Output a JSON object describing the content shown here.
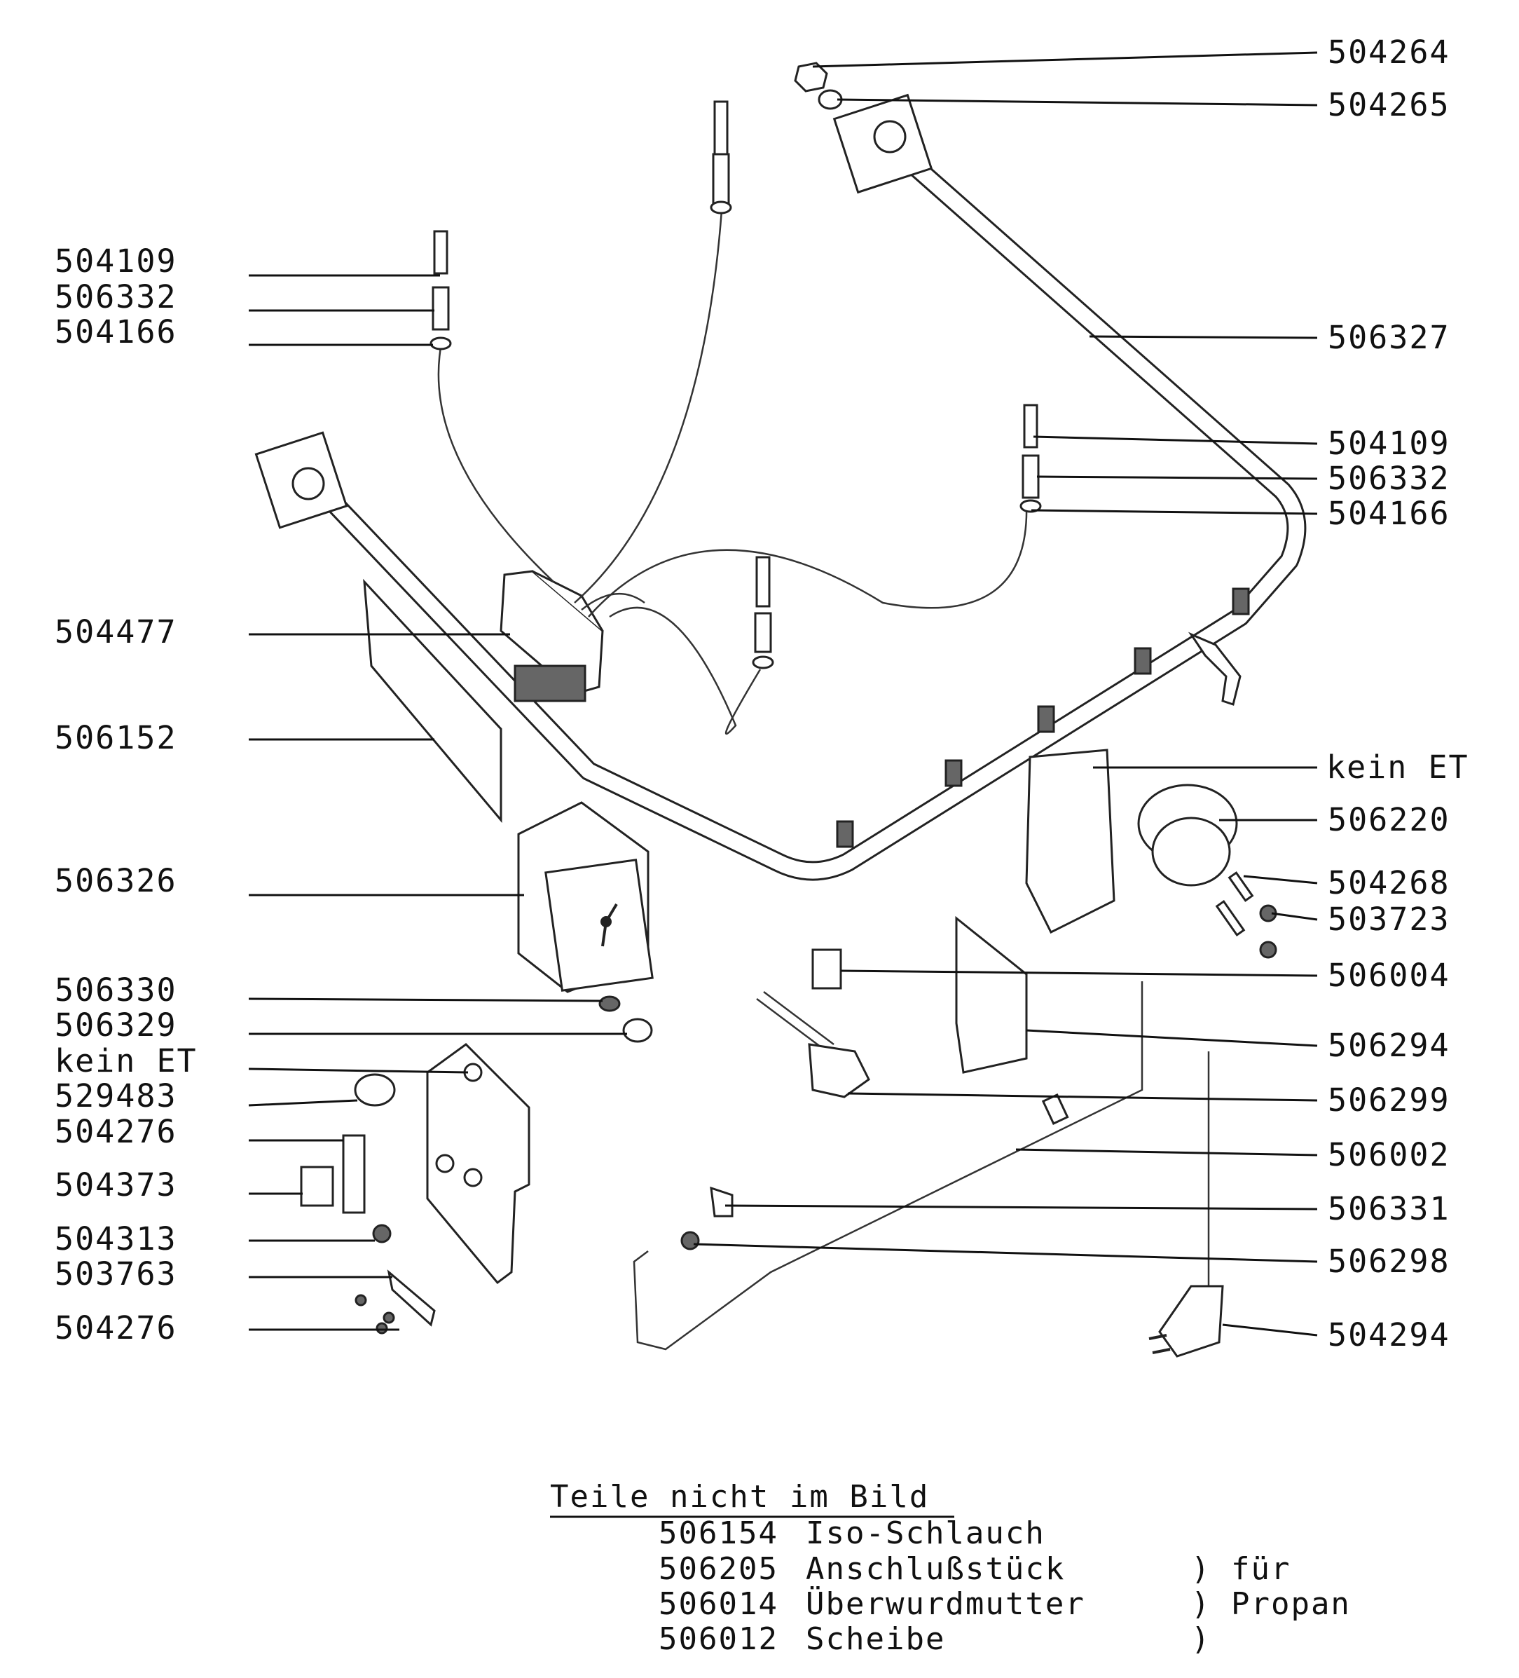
{
  "labels": {
    "left": [
      "504109",
      "506332",
      "504166",
      "504477",
      "506152",
      "506326",
      "506330",
      "506329",
      "kein ET",
      "529483",
      "504276",
      "504373",
      "504313",
      "503763",
      "504276"
    ],
    "right": [
      "504264",
      "504265",
      "506327",
      "504109",
      "506332",
      "504166",
      "kein ET",
      "506220",
      "504268",
      "503723",
      "506004",
      "506294",
      "506299",
      "506002",
      "506331",
      "506298",
      "504294"
    ]
  },
  "legend": {
    "title": "Teile nicht im Bild",
    "items": [
      {
        "number": "506154",
        "name": "Iso-Schlauch",
        "note": ""
      },
      {
        "number": "506205",
        "name": "Anschlußstück",
        "note": ")  für"
      },
      {
        "number": "506014",
        "name": "Überwurdmutter",
        "note": ")  Propan"
      },
      {
        "number": "506012",
        "name": "Scheibe",
        "note": ")"
      }
    ]
  }
}
